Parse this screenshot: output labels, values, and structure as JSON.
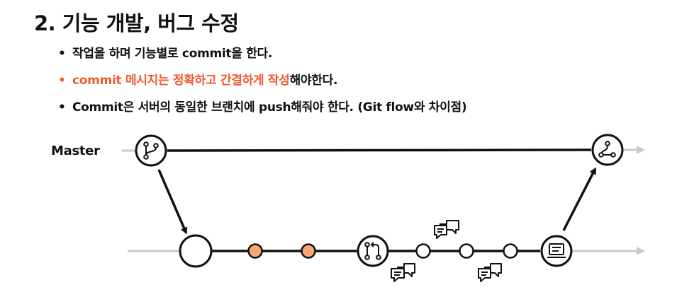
{
  "title": "2. 기능 개발, 버그 수정",
  "bullets": [
    {
      "text": "작업을 하며 기능별로 commit을 한다."
    },
    {
      "text_red": "commit 메시지는 정확하고 간결하게 작성",
      "text_tail": "해야한다."
    },
    {
      "text": "Commit은 서버의 동일한 브랜치에 push해줘야 한다. (Git flow와 차이점)"
    }
  ],
  "diagram": {
    "branch_label": "Master",
    "colors": {
      "line": "#111111",
      "arrow_tail": "#c8c8c8",
      "commit_highlight": "#f7a670",
      "node_border": "#111111",
      "node_fill": "#ffffff"
    },
    "icons": [
      "branch-icon",
      "merge-icon",
      "pull-request-icon",
      "deploy-icon",
      "comment-icon"
    ]
  }
}
